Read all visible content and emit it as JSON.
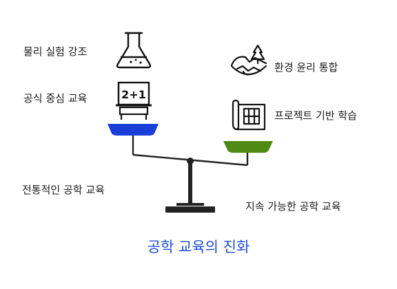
{
  "left": {
    "item_1": "물리 실험 강조",
    "item_2": "공식 중심 교육",
    "caption": "전통적인 공학 교육",
    "pan_color": "#1a3fd9"
  },
  "right": {
    "item_1": "환경 윤리 통합",
    "item_2": "프로젝트 기반 학습",
    "caption": "지속 가능한 공학 교육",
    "pan_color": "#4f8a14"
  },
  "title": "공학 교육의 진화",
  "title_color": "#1f4ed8",
  "chalkboard_text": "2+1",
  "icons": [
    "flask-icon",
    "chalkboard-icon",
    "landscape-icon",
    "blueprint-icon"
  ]
}
